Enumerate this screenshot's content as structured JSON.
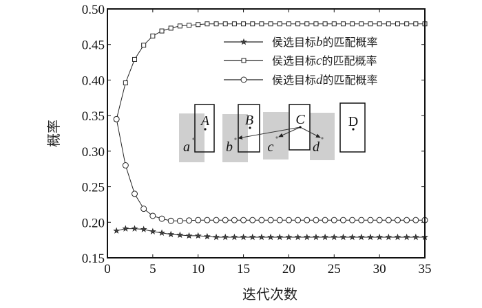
{
  "chart_data": {
    "type": "line",
    "title": "",
    "xlabel": "迭代次数",
    "ylabel": "概率",
    "xlim": [
      0,
      35
    ],
    "ylim": [
      0.15,
      0.5
    ],
    "xticks": [
      "0",
      "5",
      "10",
      "15",
      "20",
      "25",
      "30",
      "35"
    ],
    "yticks": [
      "0.15",
      "0.20",
      "0.25",
      "0.30",
      "0.35",
      "0.40",
      "0.45",
      "0.50"
    ],
    "grid": false,
    "legend_position": "top-right",
    "x": [
      1,
      2,
      3,
      4,
      5,
      6,
      7,
      8,
      9,
      10,
      11,
      12,
      13,
      14,
      15,
      16,
      17,
      18,
      19,
      20,
      21,
      22,
      23,
      24,
      25,
      26,
      27,
      28,
      29,
      30,
      31,
      32,
      33,
      34,
      35
    ],
    "series": [
      {
        "name": "侯选目标b的匹配概率",
        "prefix": "侯选目标",
        "letter": "b",
        "suffix": "的匹配概率",
        "marker": "star",
        "values": [
          0.188,
          0.191,
          0.191,
          0.19,
          0.187,
          0.185,
          0.183,
          0.182,
          0.181,
          0.181,
          0.18,
          0.179,
          0.179,
          0.179,
          0.179,
          0.179,
          0.179,
          0.179,
          0.179,
          0.179,
          0.179,
          0.179,
          0.179,
          0.179,
          0.179,
          0.179,
          0.179,
          0.179,
          0.179,
          0.179,
          0.179,
          0.179,
          0.179,
          0.179,
          0.179
        ]
      },
      {
        "name": "侯选目标c的匹配概率",
        "prefix": "侯选目标",
        "letter": "c",
        "suffix": "的匹配概率",
        "marker": "square",
        "values": [
          0.345,
          0.396,
          0.429,
          0.449,
          0.462,
          0.469,
          0.473,
          0.476,
          0.477,
          0.478,
          0.479,
          0.479,
          0.479,
          0.479,
          0.479,
          0.479,
          0.479,
          0.479,
          0.479,
          0.479,
          0.479,
          0.479,
          0.479,
          0.479,
          0.479,
          0.479,
          0.479,
          0.479,
          0.479,
          0.479,
          0.479,
          0.479,
          0.479,
          0.479,
          0.479
        ]
      },
      {
        "name": "侯选目标d的匹配概率",
        "prefix": "侯选目标",
        "letter": "d",
        "suffix": "的匹配概率",
        "marker": "circle",
        "values": [
          0.345,
          0.28,
          0.24,
          0.219,
          0.209,
          0.205,
          0.202,
          0.202,
          0.2025,
          0.203,
          0.203,
          0.203,
          0.203,
          0.203,
          0.203,
          0.203,
          0.203,
          0.203,
          0.203,
          0.203,
          0.203,
          0.203,
          0.203,
          0.203,
          0.203,
          0.203,
          0.203,
          0.203,
          0.203,
          0.203,
          0.203,
          0.203,
          0.203,
          0.203,
          0.203
        ]
      }
    ],
    "annotation": {
      "targets": [
        "A",
        "B",
        "C",
        "D"
      ],
      "candidates": [
        "a",
        "b",
        "c",
        "d"
      ]
    }
  }
}
